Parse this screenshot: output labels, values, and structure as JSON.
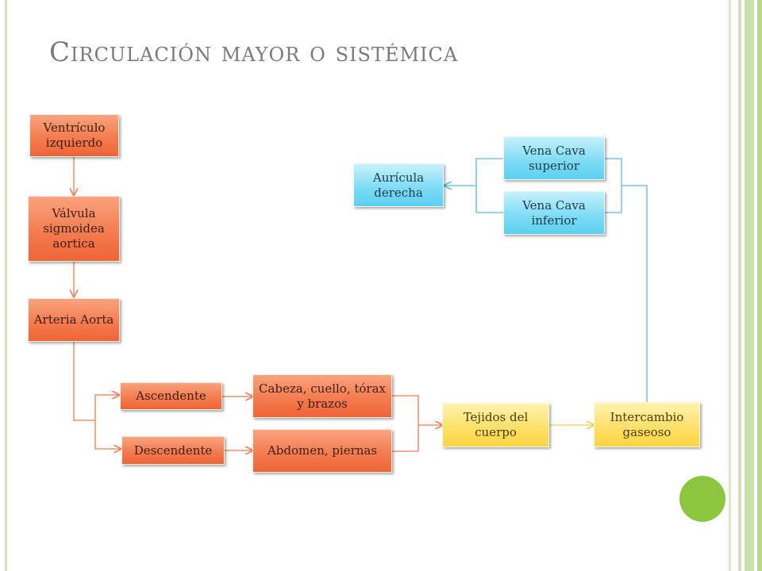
{
  "slide": {
    "title": "Circulación mayor o sistémica"
  },
  "nodes": {
    "ventriculo_izquierdo": "Ventrículo izquierdo",
    "valvula_sigmoidea": "Válvula sigmoidea aortica",
    "arteria_aorta": "Arteria Aorta",
    "ascendente": "Ascendente",
    "descendente": "Descendente",
    "cabeza": "Cabeza, cuello, tórax y brazos",
    "abdomen": "Abdomen, piernas",
    "tejidos": "Tejidos del cuerpo",
    "intercambio": "Intercambio gaseoso",
    "vena_cava_superior": "Vena Cava superior",
    "vena_cava_inferior": "Vena Cava inferior",
    "auricula_derecha": "Aurícula derecha"
  },
  "colors": {
    "orange_line": "#f07a4a",
    "blue_line": "#5bb8e0",
    "yellow_line": "#f5cf45",
    "accent_green": "#8cc63f"
  }
}
